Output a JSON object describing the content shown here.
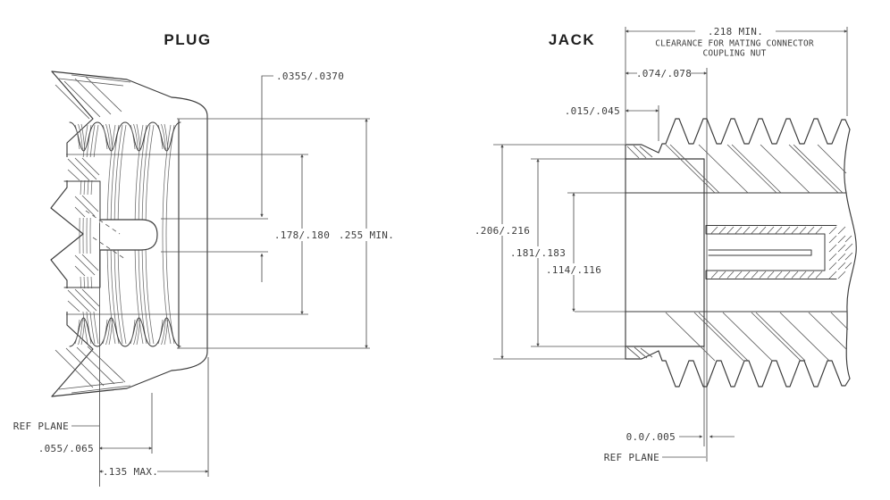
{
  "plug": {
    "title": "PLUG",
    "pin_dia": ".0355/.0370",
    "thread_bore": ".178/.180",
    "face_bore": ".255 MIN.",
    "ref_plane": "REF PLANE",
    "dielectric": ".055/.065",
    "depth": ".135 MAX."
  },
  "jack": {
    "title": "JACK",
    "clearance": ".218 MIN.",
    "clearance_line1": "CLEARANCE FOR MATING CONNECTOR",
    "clearance_line2": "COUPLING NUT",
    "step": ".074/.078",
    "relief": ".015/.045",
    "outer_dia": ".206/.216",
    "shoulder_dia": ".181/.183",
    "bore_dia": ".114/.116",
    "protrusion": "0.0/.005",
    "ref_plane": "REF PLANE"
  },
  "colors": {
    "background": "#ffffff",
    "object_line": "#3a3a3a",
    "dimension_line": "#4f4f4f",
    "text": "#3d3d3d"
  }
}
